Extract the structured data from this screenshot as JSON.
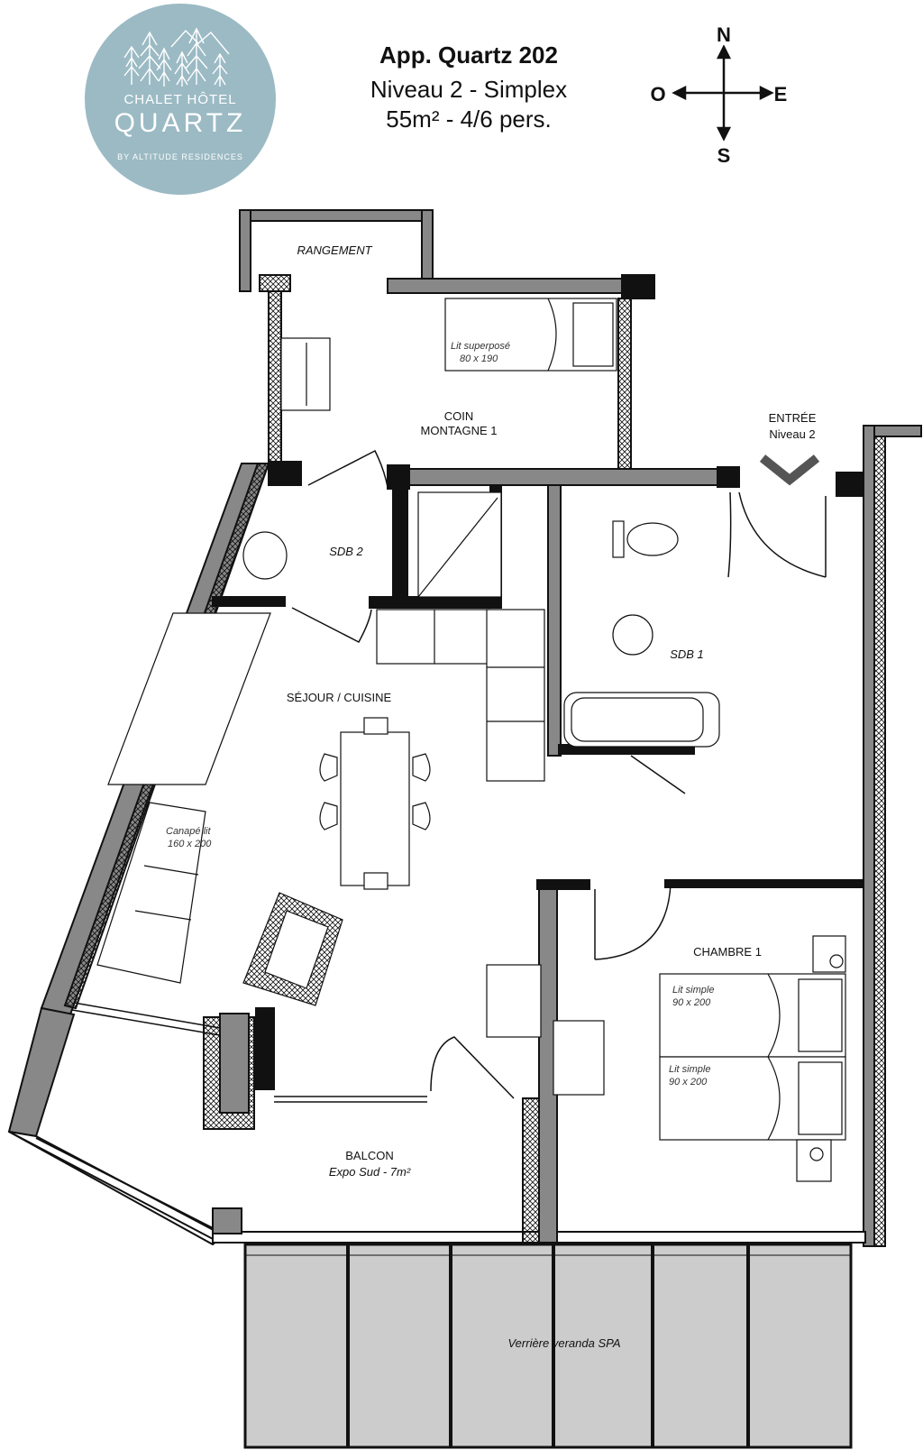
{
  "logo": {
    "line1": "CHALET HÔTEL",
    "line2": "QUARTZ",
    "line3": "BY ALTITUDE RESIDENCES",
    "bg_color": "#9bbac4"
  },
  "header": {
    "title": "App.  Quartz 202",
    "level": "Niveau 2 - Simplex",
    "size": "55m² - 4/6 pers."
  },
  "compass": {
    "north": "N",
    "south": "S",
    "east": "E",
    "west": "O"
  },
  "rooms": {
    "rangement": "RANGEMENT",
    "bunk_bed": "Lit superposé",
    "bunk_bed_size": "80 x 190",
    "coin_line1": "COIN",
    "coin_line2": "MONTAGNE 1",
    "entree_line1": "ENTRÉE",
    "entree_line2": "Niveau 2",
    "sdb2": "SDB 2",
    "sdb1": "SDB 1",
    "sejour": "SÉJOUR / CUISINE",
    "sofa_bed": "Canapé lit",
    "sofa_bed_size": "160 x 200",
    "chambre": "CHAMBRE 1",
    "single_bed_1": "Lit simple",
    "single_bed_1_size": "90 x 200",
    "single_bed_2": "Lit simple",
    "single_bed_2_size": "90 x 200",
    "balcon": "BALCON",
    "balcon_expo": "Expo Sud - 7m²",
    "veranda": "Verrière veranda SPA"
  }
}
